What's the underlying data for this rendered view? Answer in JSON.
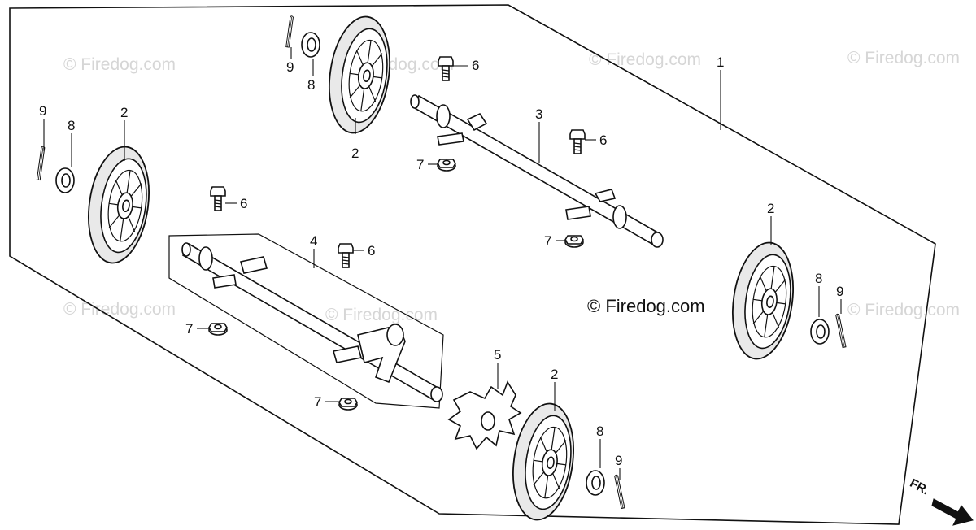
{
  "diagram": {
    "callouts": {
      "c1": "1",
      "c2_top": "2",
      "c2_left": "2",
      "c2_right": "2",
      "c2_bottom": "2",
      "c3": "3",
      "c4": "4",
      "c5": "5",
      "c6_top": "6",
      "c6_mid": "6",
      "c6_left": "6",
      "c6_center": "6",
      "c7_top": "7",
      "c7_mid": "7",
      "c7_left": "7",
      "c7_bottom": "7",
      "c8_top": "8",
      "c8_left": "8",
      "c8_right": "8",
      "c8_bottom": "8",
      "c9_top": "9",
      "c9_left": "9",
      "c9_right": "9",
      "c9_bottom": "9"
    },
    "copyright": "© Firedog.com",
    "watermarks": {
      "w1": "© Firedog.com",
      "w2": "© Firedog.com",
      "w3": "© Firedog.com",
      "w4": "© Firedog.com",
      "w5": "© Firedog.com",
      "w6": "© Firedog.com",
      "w7": "© Firedog.com"
    },
    "direction_label": "FR."
  }
}
